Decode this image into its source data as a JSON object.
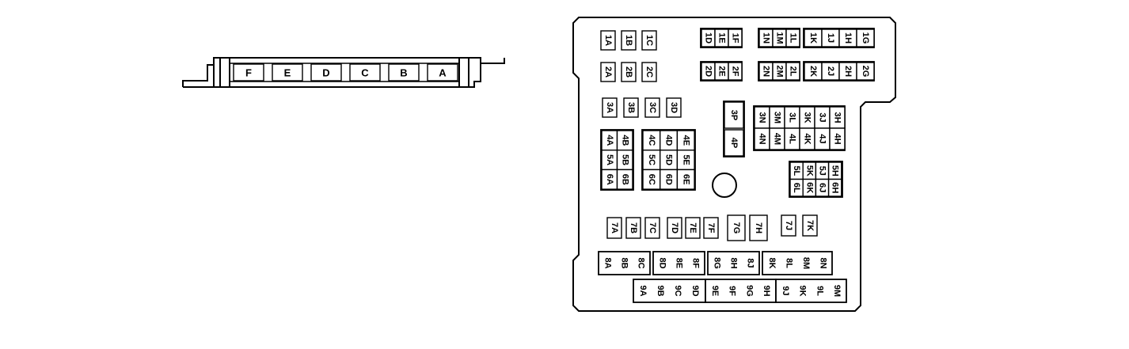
{
  "connector": {
    "pins": [
      "F",
      "E",
      "D",
      "C",
      "B",
      "A"
    ]
  },
  "fuse_block": {
    "row1": [
      "1A",
      "1B",
      "1C",
      "1D",
      "1E",
      "1F",
      "1N",
      "1M",
      "1L",
      "1K",
      "1J",
      "1H",
      "1G"
    ],
    "row2": [
      "2A",
      "2B",
      "2C",
      "2D",
      "2E",
      "2F",
      "2N",
      "2M",
      "2L",
      "2K",
      "2J",
      "2H",
      "2G"
    ],
    "row3": [
      "3A",
      "3B",
      "3C",
      "3D"
    ],
    "p_cells": [
      "3P",
      "4P"
    ],
    "grid3_4": [
      "3N",
      "3M",
      "3L",
      "3K",
      "3J",
      "3H",
      "4N",
      "4M",
      "4L",
      "4K",
      "4J",
      "4H"
    ],
    "left_block": [
      "4A",
      "4B",
      "5A",
      "5B",
      "6A",
      "6B"
    ],
    "mid_block": [
      "4C",
      "4D",
      "4E",
      "5C",
      "5D",
      "5E",
      "6C",
      "6D",
      "6E"
    ],
    "right_block": [
      "5L",
      "5K",
      "5J",
      "5H",
      "6L",
      "6K",
      "6J",
      "6H"
    ],
    "row7": [
      "7A",
      "7B",
      "7C",
      "7D",
      "7E",
      "7F",
      "7G",
      "7H",
      "7J",
      "7K"
    ],
    "row8": [
      "8A",
      "8B",
      "8C",
      "8D",
      "8E",
      "8F",
      "8G",
      "8H",
      "8J",
      "8K",
      "8L",
      "8M",
      "8N"
    ],
    "row9": [
      "9A",
      "9B",
      "9C",
      "9D",
      "9E",
      "9F",
      "9G",
      "9H",
      "9J",
      "9K",
      "9L",
      "9M"
    ]
  }
}
